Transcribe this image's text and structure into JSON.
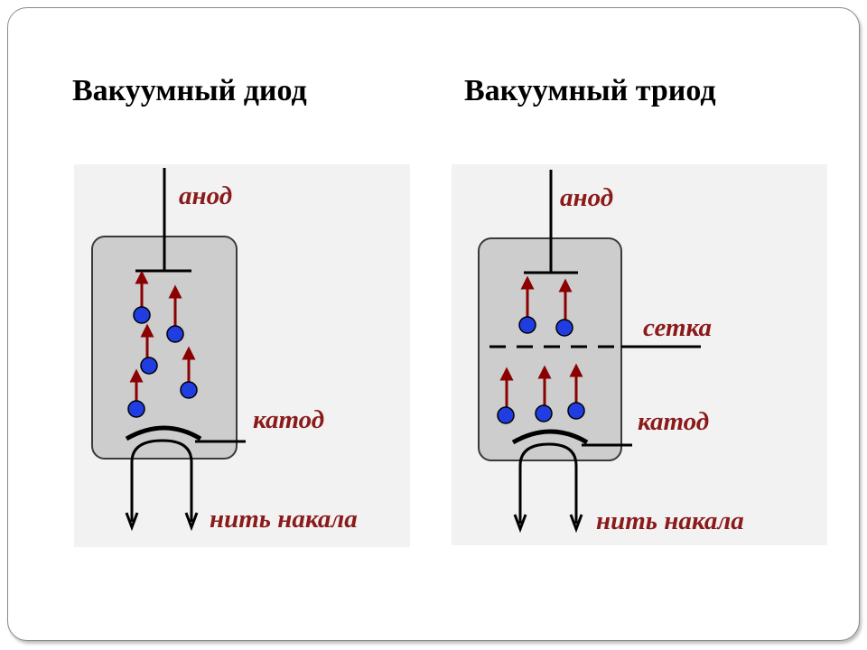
{
  "titles": {
    "diode": "Вакуумный диод",
    "triode": "Вакуумный триод"
  },
  "labels": {
    "anode": "анод",
    "cathode": "катод",
    "filament": "нить накала",
    "grid": "сетка"
  },
  "colors": {
    "label": "#8b1a1a",
    "electron": "#1f3de0",
    "arrow": "#8b0000",
    "tube": "#cdcdcd",
    "panel": "#f2f2f2"
  }
}
